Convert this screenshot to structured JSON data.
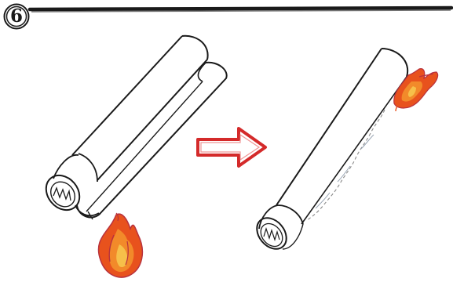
{
  "step": {
    "number": "6"
  },
  "illustration": {
    "before": "two-cylinders-with-flame",
    "after": "single-cylinder-burning-end",
    "arrow": "right-arrow-icon"
  },
  "colors": {
    "ink": "#1a1a1a",
    "arrow": "#d42a2a",
    "flame_outer": "#e8521d",
    "flame_mid": "#f28a2a",
    "flame_inner": "#f6c04a",
    "flame_core": "#b8323e",
    "paper": "#ffffff"
  }
}
